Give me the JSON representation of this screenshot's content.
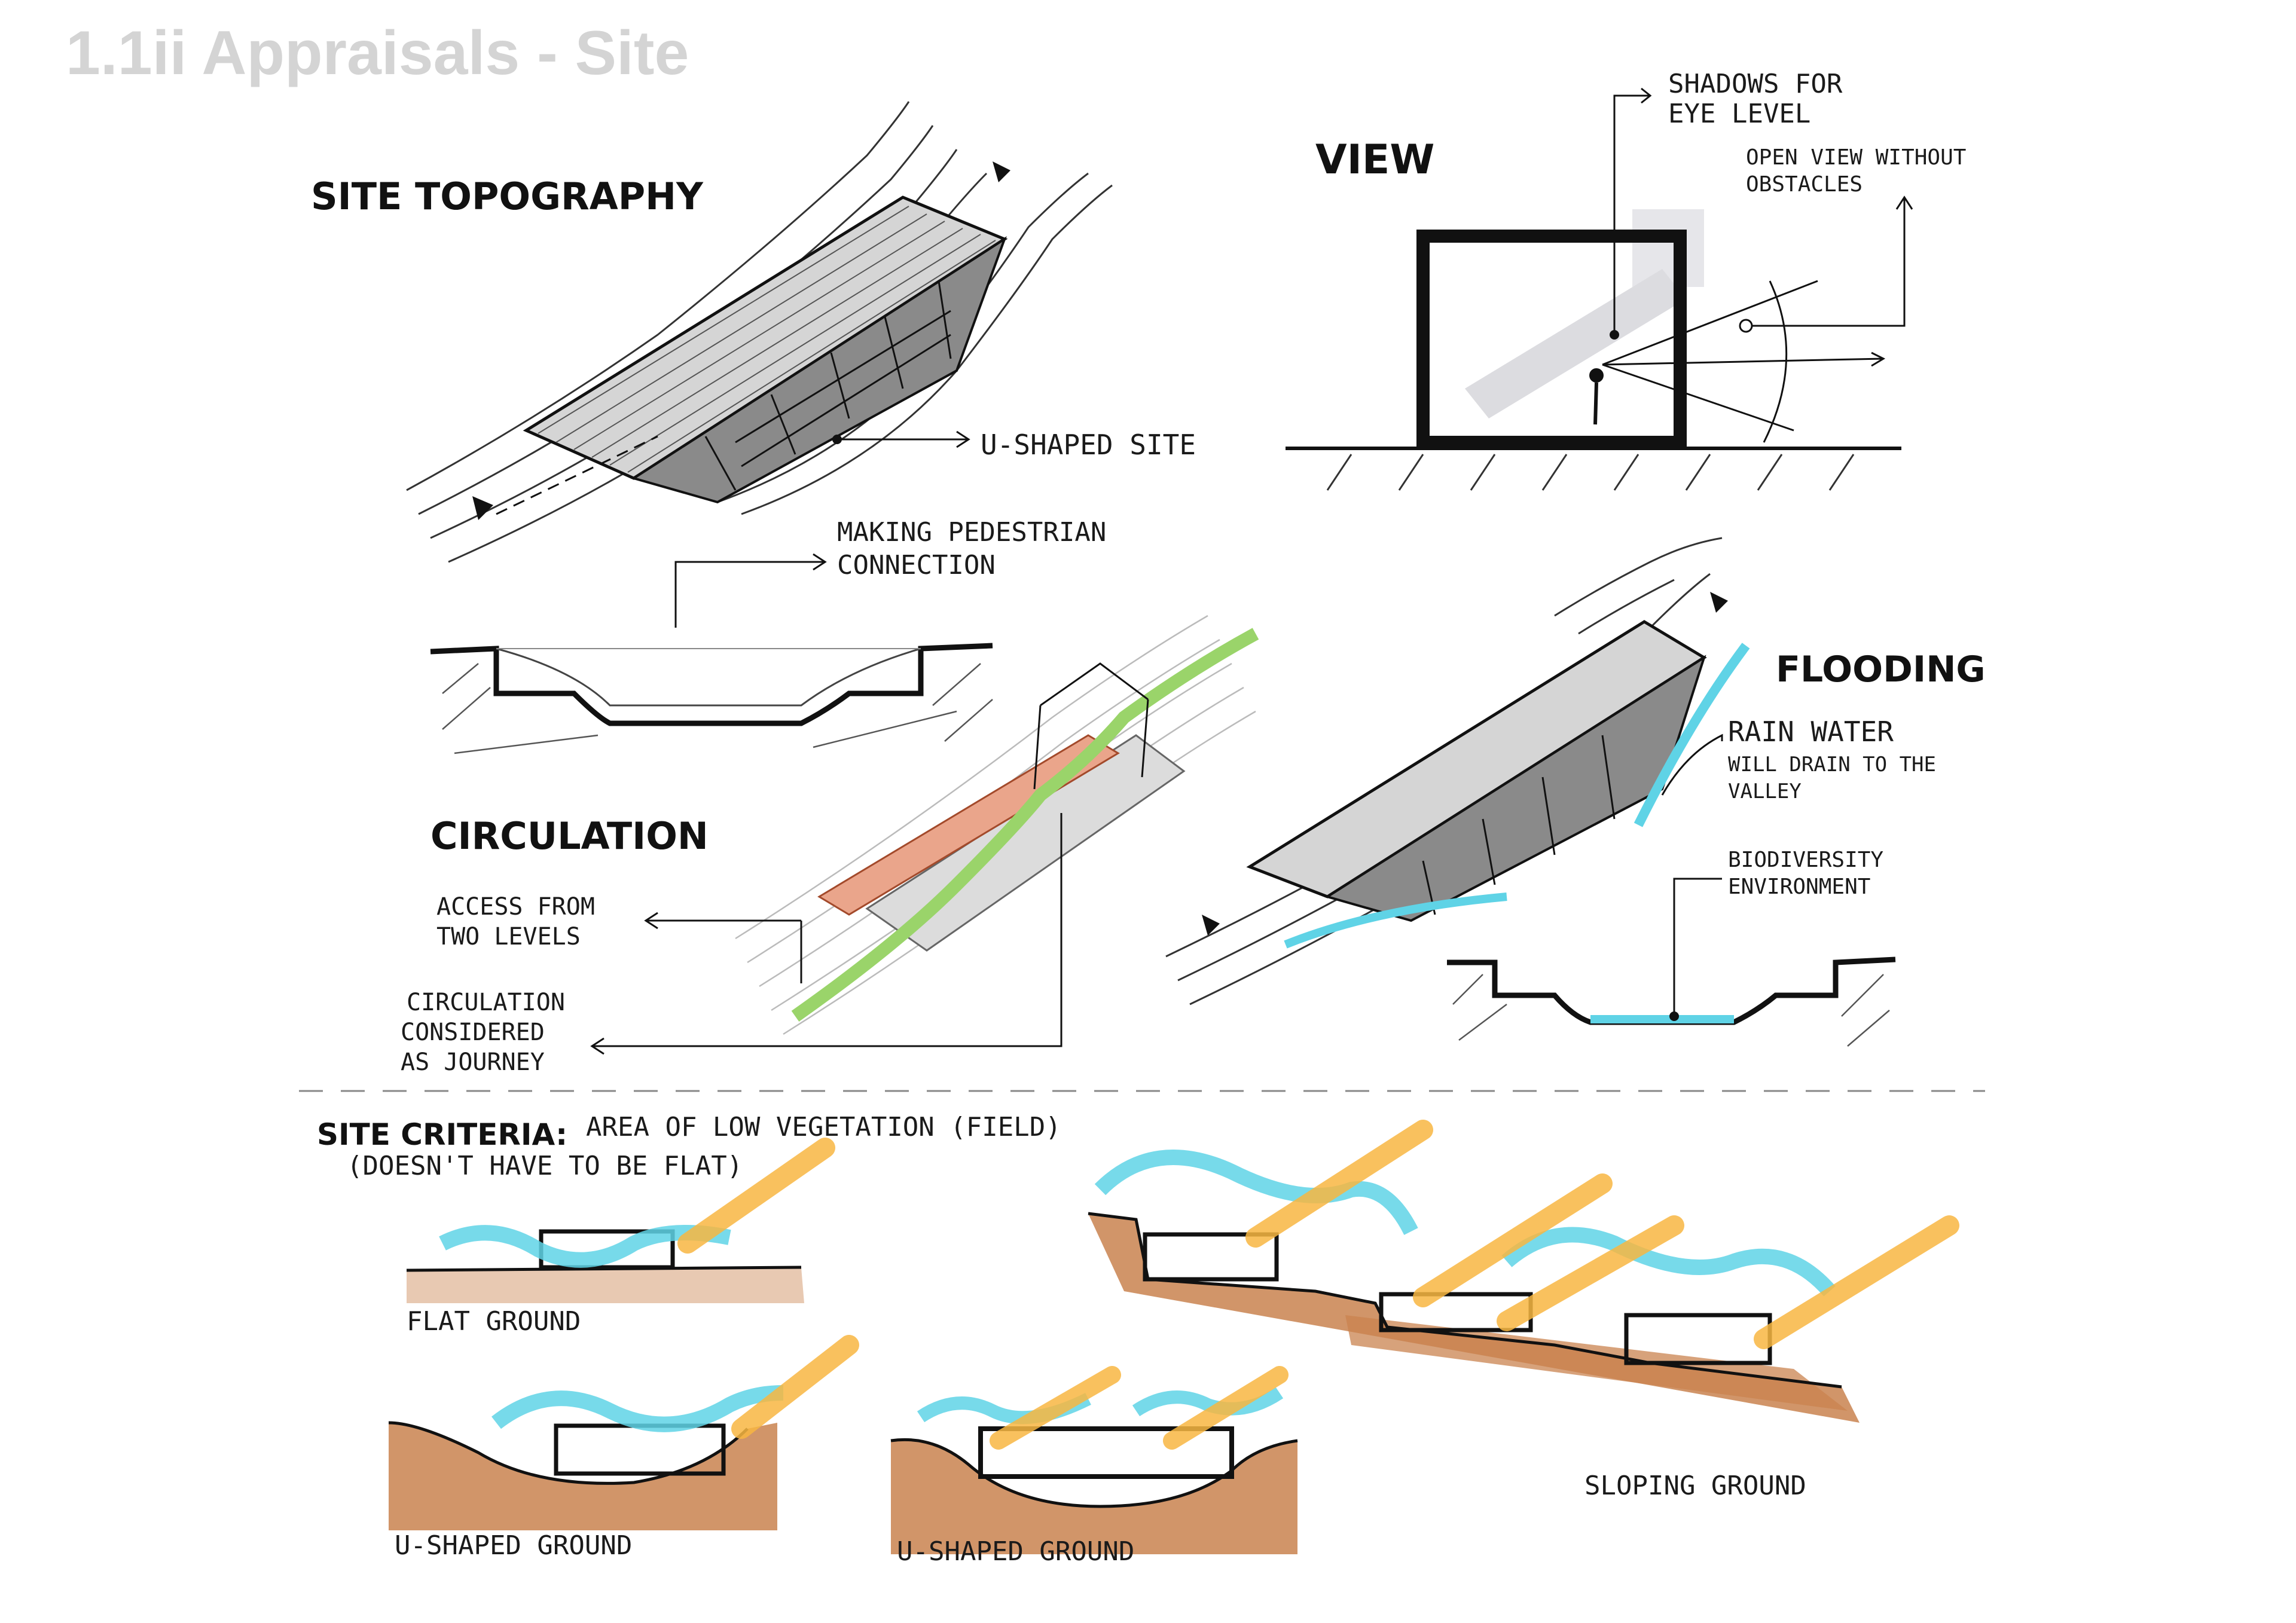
{
  "page": {
    "title": "1.1ii Appraisals - Site"
  },
  "sections": {
    "site_topography": {
      "heading": "SITE TOPOGRAPHY",
      "label_u_shaped_site": "U-SHAPED SITE",
      "label_pedestrian_line1": "MAKING PEDESTRIAN",
      "label_pedestrian_line2": "CONNECTION"
    },
    "view": {
      "heading": "VIEW",
      "label_shadows_line1": "SHADOWS FOR",
      "label_shadows_line2": "EYE LEVEL",
      "label_open_line1": "OPEN VIEW WITHOUT",
      "label_open_line2": "OBSTACLES"
    },
    "circulation": {
      "heading": "CIRCULATION",
      "label_access_line1": "ACCESS FROM",
      "label_access_line2": "TWO LEVELS",
      "label_journey_line1": "CIRCULATION",
      "label_journey_line2": "CONSIDERED",
      "label_journey_line3": "AS JOURNEY"
    },
    "flooding": {
      "heading": "FLOODING",
      "label_rain_line1": "RAIN WATER",
      "label_rain_line2": "WILL DRAIN TO THE",
      "label_rain_line3": "VALLEY",
      "label_bio_line1": "BIODIVERSITY",
      "label_bio_line2": "ENVIRONMENT"
    },
    "site_criteria": {
      "heading": "SITE CRITERIA:",
      "text_line1": "AREA OF LOW VEGETATION (FIELD)",
      "text_line2": "(DOESN'T HAVE TO BE FLAT)",
      "flat_label": "FLAT GROUND",
      "u_shaped_label_1": "U-SHAPED GROUND",
      "u_shaped_label_2": "U-SHAPED GROUND",
      "sloping_label": "SLOPING GROUND"
    }
  },
  "colors": {
    "ink": "#111111",
    "water_cyan": "#5fd3e6",
    "sun_orange": "#f8b742",
    "soil_brown": "#c9834f",
    "soil_light": "#e8c9b2",
    "grass_green": "#5bbf3a",
    "path_green": "#9ad46a",
    "path_salmon": "#e8906e",
    "roof_grey": "#9a9a9a",
    "title_grey": "#d4d4d4"
  }
}
